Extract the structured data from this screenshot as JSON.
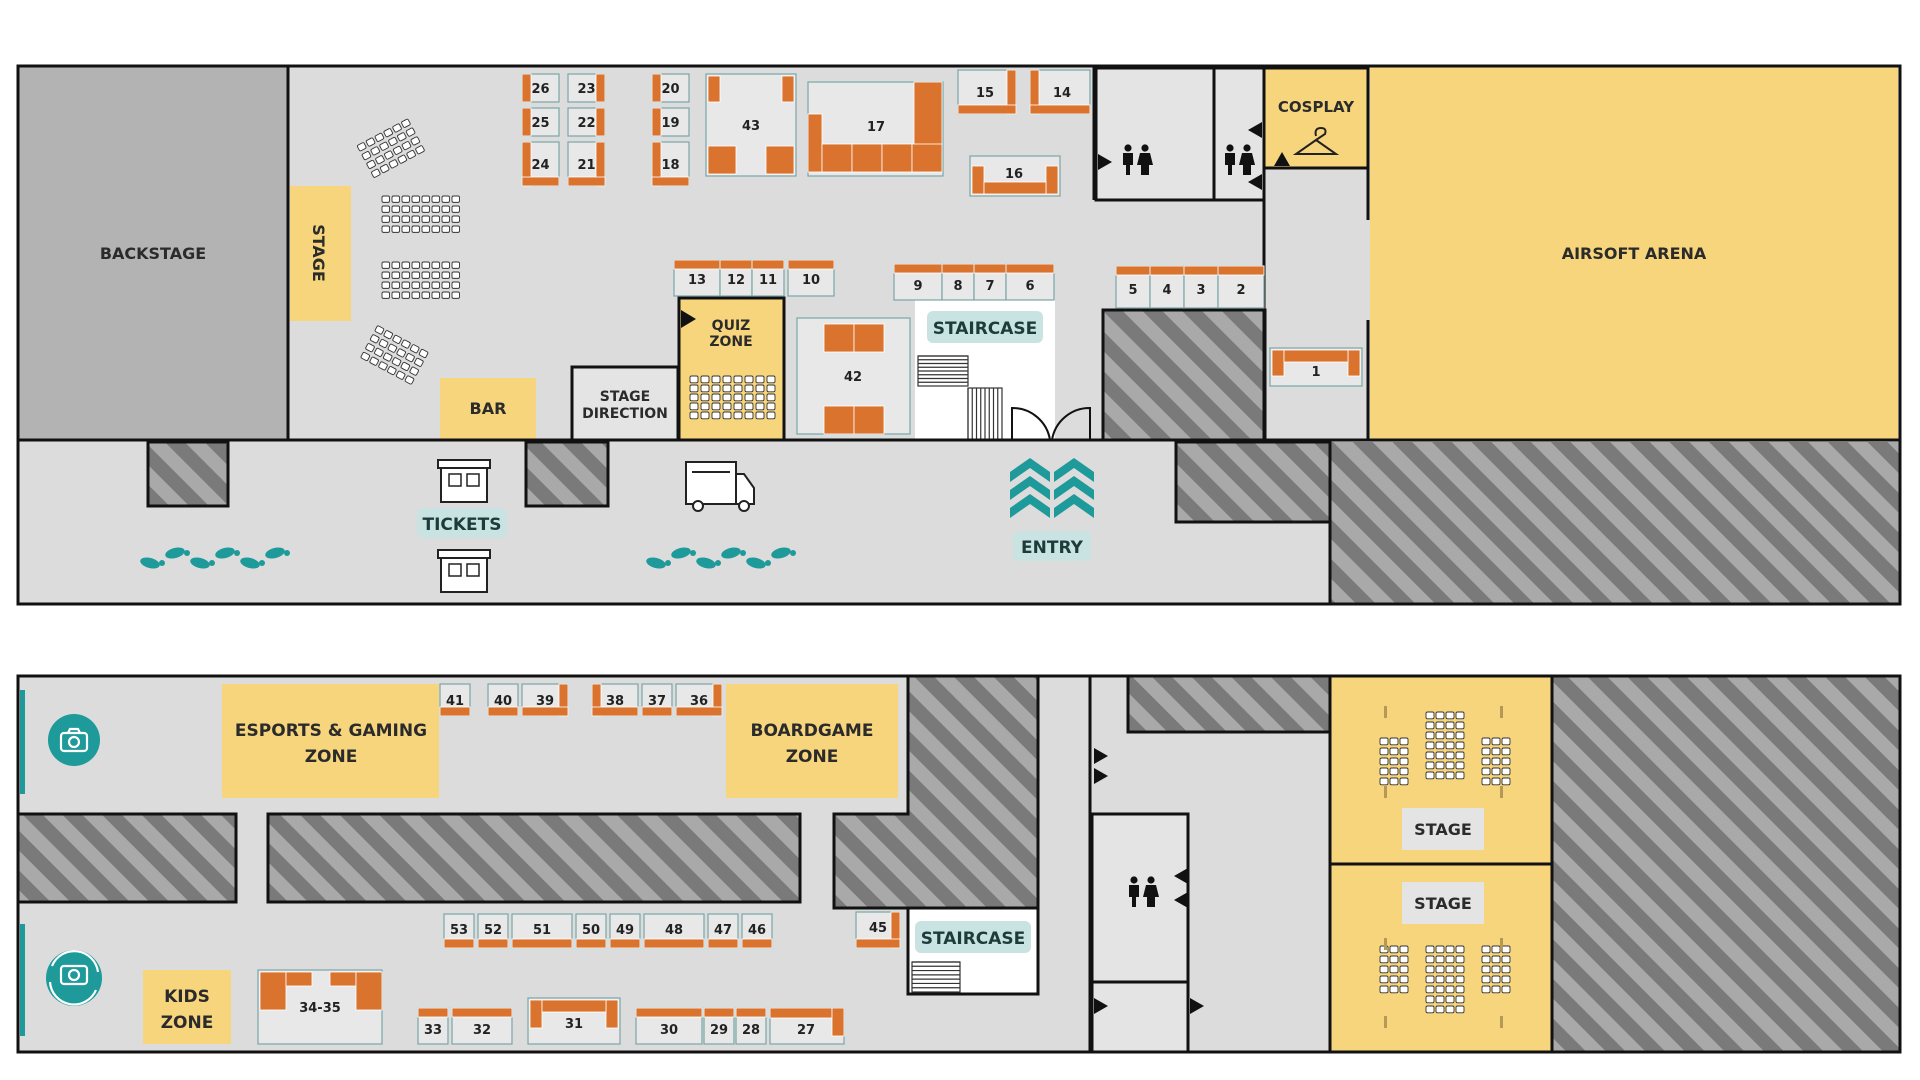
{
  "labels": {
    "backstage": "BACKSTAGE",
    "stage_top": "STAGE",
    "bar": "BAR",
    "stage_direction_1": "STAGE",
    "stage_direction_2": "DIRECTION",
    "quiz_1": "QUIZ",
    "quiz_2": "ZONE",
    "staircase_top": "STAIRCASE",
    "cosplay": "COSPLAY",
    "airsoft": "AIRSOFT ARENA",
    "tickets": "TICKETS",
    "entry": "ENTRY",
    "esports_1": "ESPORTS & GAMING",
    "esports_2": "ZONE",
    "boardgame_1": "BOARDGAME",
    "boardgame_2": "ZONE",
    "kids_1": "KIDS",
    "kids_2": "ZONE",
    "staircase_bottom": "STAIRCASE",
    "stage_lower_1": "STAGE",
    "stage_lower_2": "STAGE"
  },
  "icons": {
    "photo": "camera-icon",
    "photo360": "camera-360-icon",
    "restroom": "restroom-icon",
    "ticket_booth": "ticket-booth-icon",
    "food_truck": "food-truck-icon",
    "entry_arrows": "chevron-up-icon",
    "footprints": "footprints-icon",
    "hanger": "hanger-icon"
  },
  "colors": {
    "zone": "#f7d57c",
    "booth": "#d9732e",
    "tag": "#c9e3e3",
    "floor": "#dcdcdc",
    "backstage": "#b3b3b3",
    "teal": "#1e9a9a"
  },
  "booths": {
    "b1": "1",
    "b2": "2",
    "b3": "3",
    "b4": "4",
    "b5": "5",
    "b6": "6",
    "b7": "7",
    "b8": "8",
    "b9": "9",
    "b10": "10",
    "b11": "11",
    "b12": "12",
    "b13": "13",
    "b14": "14",
    "b15": "15",
    "b16": "16",
    "b17": "17",
    "b18": "18",
    "b19": "19",
    "b20": "20",
    "b21": "21",
    "b22": "22",
    "b23": "23",
    "b24": "24",
    "b25": "25",
    "b26": "26",
    "b27": "27",
    "b28": "28",
    "b29": "29",
    "b30": "30",
    "b31": "31",
    "b32": "32",
    "b33": "33",
    "b3435": "34-35",
    "b36": "36",
    "b37": "37",
    "b38": "38",
    "b39": "39",
    "b40": "40",
    "b41": "41",
    "b42": "42",
    "b43": "43",
    "b45": "45",
    "b46": "46",
    "b47": "47",
    "b48": "48",
    "b49": "49",
    "b50": "50",
    "b51": "51",
    "b52": "52",
    "b53": "53"
  }
}
